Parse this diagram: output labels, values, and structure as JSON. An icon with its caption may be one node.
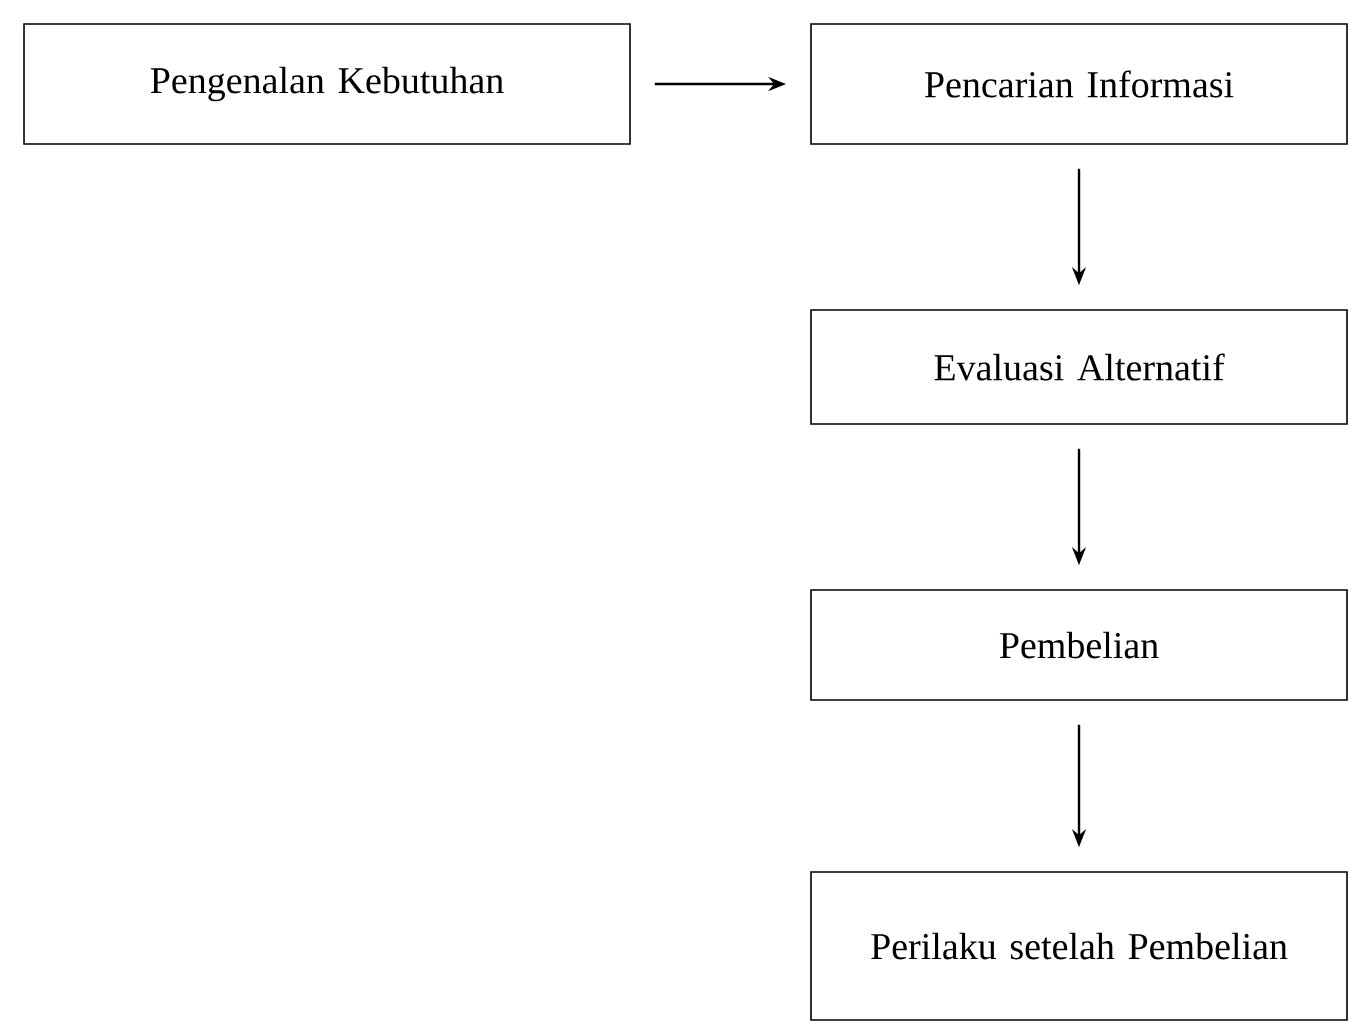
{
  "diagram": {
    "nodes": [
      {
        "text": [
          "Pengenalan Kebutuhan"
        ]
      },
      {
        "text": [
          "Pencarian Informasi"
        ]
      },
      {
        "text": [
          "Evaluasi Alternatif"
        ]
      },
      {
        "text": [
          "Pembelian"
        ]
      },
      {
        "text": [
          "Perilaku setelah Pembelian"
        ]
      }
    ],
    "edges": [
      {
        "from": 0,
        "to": 1,
        "arrow": "to"
      },
      {
        "from": 1,
        "to": 2,
        "arrow": "to"
      },
      {
        "from": 2,
        "to": 3,
        "arrow": "to"
      },
      {
        "from": 3,
        "to": 4,
        "arrow": "to"
      }
    ]
  }
}
